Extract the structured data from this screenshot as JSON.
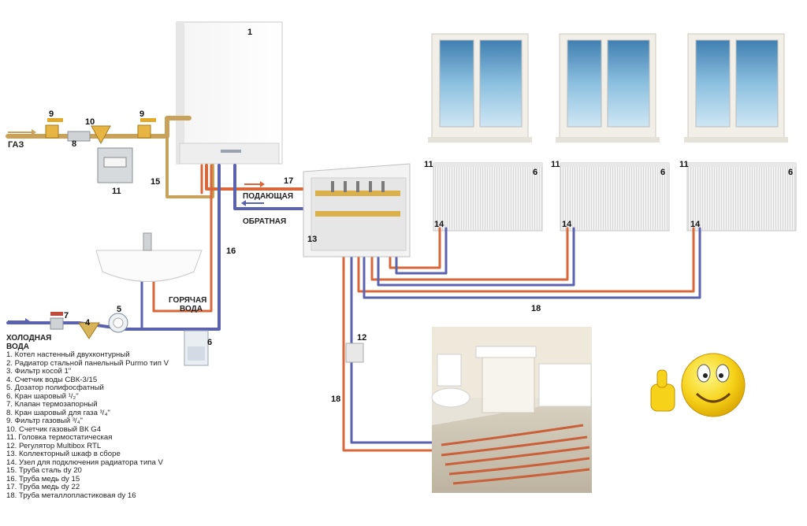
{
  "labels": {
    "gas": "ГАЗ",
    "supply": "ПОДАЮЩАЯ",
    "return": "ОБРАТНАЯ",
    "hot_water_1": "ГОРЯЧАЯ",
    "hot_water_2": "ВОДА",
    "cold_water_1": "ХОЛОДНАЯ",
    "cold_water_2": "ВОДА"
  },
  "numbers": {
    "boiler": "1",
    "gas_valve_a": "9",
    "gas_valve_b": "9",
    "gas_filter": "10",
    "gas_thermo_valve": "8",
    "gas_meter": "11",
    "steel_pipe": "15",
    "copper_pipe_22": "17",
    "copper_pipe_15": "16",
    "collector_cabinet": "13",
    "rad1_head": "11",
    "rad1": "6",
    "rad1_node": "14",
    "rad2_head": "11",
    "rad2": "6",
    "rad2_node": "14",
    "rad3_head": "11",
    "rad3": "6",
    "rad3_node": "14",
    "multibox": "12",
    "floor_pipe": "18",
    "loop_pipe": "18",
    "cold_valve": "7",
    "filter": "4",
    "water_meter": "5",
    "dosing": "6"
  },
  "legend": [
    "1. Котел настенный двухконтурный",
    "2. Радиатор стальной панельный Purmo тип V",
    "3. Фильтр косой 1\"",
    "4. Счетчик воды СВК-3/15",
    "5. Дозатор полифосфатный",
    "6. Кран шаровый ¹/₂\"",
    "7. Клапан термозапорный",
    "8. Кран шаровый для газа ³/₄\"",
    "9. Фильтр газовый ³/₄\"",
    "10. Счетчик газовый ВК G4",
    "11. Головка термостатическая",
    "12. Регулятор Multibox RTL",
    "13. Коллекторный шкаф в сборе",
    "14. Узел для подключения радиатора типа V",
    "15. Труба сталь dy 20",
    "16. Труба медь dy 15",
    "17. Труба медь dy 22",
    "18. Труба металлопластиковая dy 16"
  ],
  "colors": {
    "supply_pipe": "#d9673a",
    "return_pipe": "#5b63b0",
    "gas_pipe": "#c8a25a",
    "window_glass": "#6fa6c9"
  }
}
